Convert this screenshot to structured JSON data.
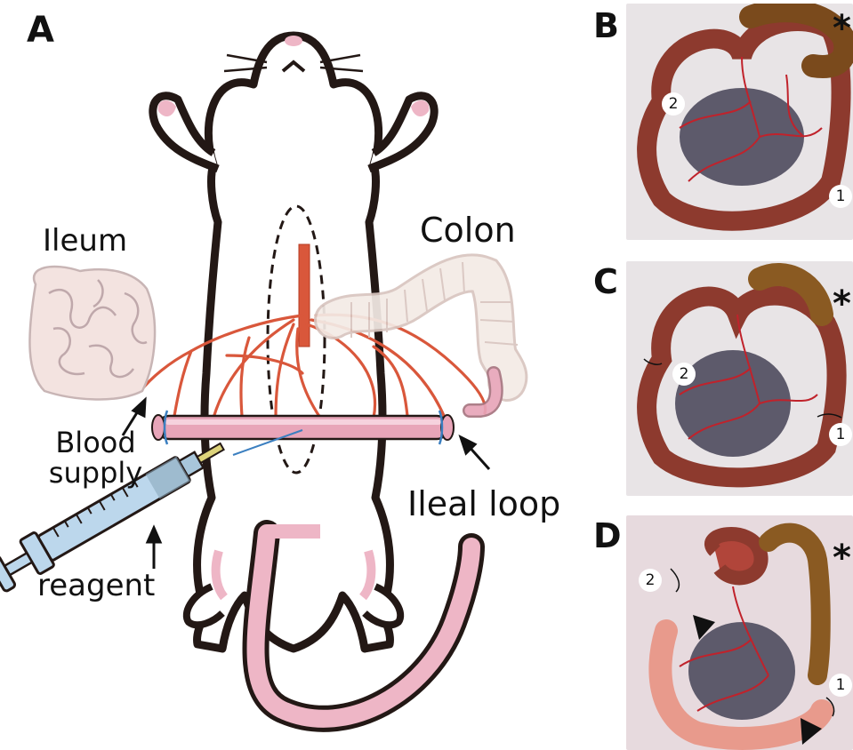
{
  "panels": {
    "a": "A",
    "b": "B",
    "c": "C",
    "d": "D"
  },
  "diagram_labels": {
    "ileum": "Ileum",
    "colon": "Colon",
    "blood_supply": "Blood\nsupply",
    "ileal_loop": "Ileal loop",
    "reagent": "reagent"
  },
  "photo_markers": {
    "site_1": "1",
    "site_2": "2",
    "colon_mark": "*"
  },
  "colors": {
    "rat_body": "#ffffff",
    "rat_outline": "#231815",
    "pink": "#eeb6c6",
    "vessel": "#d9573b",
    "loop": "#e8a5b9",
    "intestine_pale": "#f3e3e0",
    "syringe": "#bcd7ec",
    "tissue_bg": "#e8e4e6",
    "gut": "#8d3a2e"
  }
}
